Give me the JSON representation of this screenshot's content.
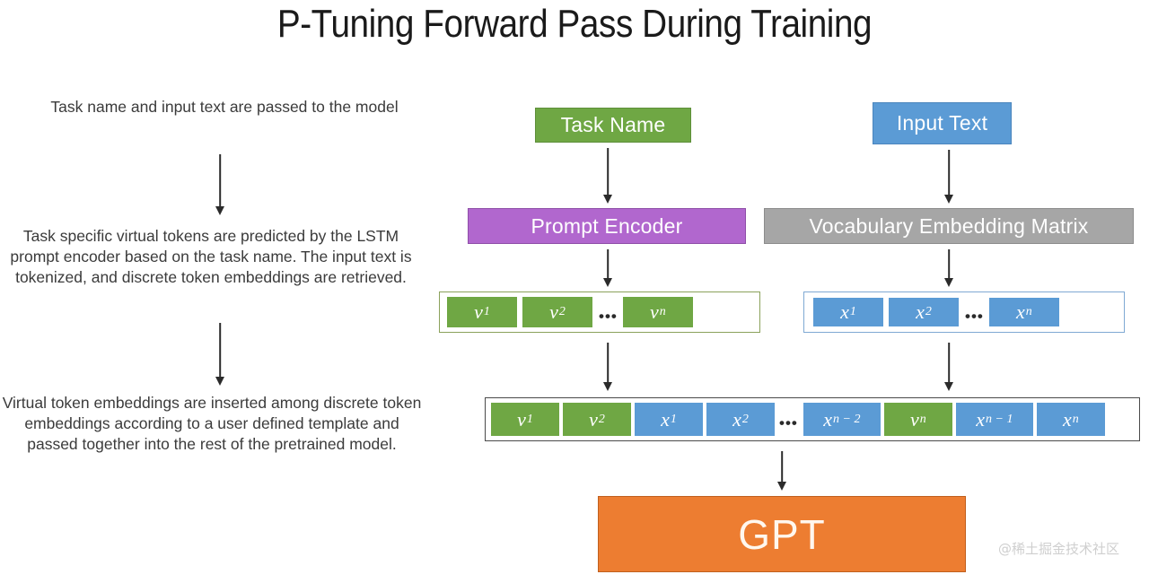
{
  "title": "P-Tuning Forward Pass During Training",
  "notes": [
    {
      "id": "note1",
      "text": "Task name and input text are passed to the model"
    },
    {
      "id": "note2",
      "text": "Task specific virtual tokens are predicted by the LSTM prompt encoder based on the task name. The input text is tokenized, and discrete token embeddings are retrieved."
    },
    {
      "id": "note3",
      "text": "Virtual token embeddings are inserted among discrete token embeddings according to a user defined template and passed together into the rest of the pretrained model."
    }
  ],
  "boxes": {
    "task_name": "Task Name",
    "input_text": "Input Text",
    "prompt_encoder": "Prompt Encoder",
    "vocab_matrix": "Vocabulary Embedding Matrix",
    "gpt": "GPT"
  },
  "colors": {
    "green": "#6FA744",
    "blue": "#5B9BD5",
    "purple": "#B167CE",
    "gray": "#A6A6A6",
    "orange": "#ED7D31",
    "arrow": "#2b2b2b",
    "text": "#3b3b3b"
  },
  "token_rows": {
    "virtual": {
      "container_border": "#8BA25B",
      "tokens": [
        {
          "base": "v",
          "sub": "1",
          "color": "green"
        },
        {
          "base": "v",
          "sub": "2",
          "color": "green"
        },
        {
          "base": "…",
          "sub": "",
          "color": "ellipsis"
        },
        {
          "base": "v",
          "sub": "n",
          "color": "green"
        }
      ]
    },
    "discrete": {
      "container_border": "#7FA9D3",
      "tokens": [
        {
          "base": "x",
          "sub": "1",
          "color": "blue"
        },
        {
          "base": "x",
          "sub": "2",
          "color": "blue"
        },
        {
          "base": "…",
          "sub": "",
          "color": "ellipsis"
        },
        {
          "base": "x",
          "sub": "n",
          "color": "blue"
        }
      ]
    },
    "combined": {
      "container_border": "#4a4a4a",
      "tokens": [
        {
          "base": "v",
          "sub": "1",
          "color": "green"
        },
        {
          "base": "v",
          "sub": "2",
          "color": "green"
        },
        {
          "base": "x",
          "sub": "1",
          "color": "blue"
        },
        {
          "base": "x",
          "sub": "2",
          "color": "blue"
        },
        {
          "base": "…",
          "sub": "",
          "color": "ellipsis"
        },
        {
          "base": "x",
          "sub": "n − 2",
          "color": "blue"
        },
        {
          "base": "v",
          "sub": "n",
          "color": "green"
        },
        {
          "base": "x",
          "sub": "n − 1",
          "color": "blue"
        },
        {
          "base": "x",
          "sub": "n",
          "color": "blue"
        }
      ]
    }
  },
  "ellipsis_glyph": "•••",
  "watermark": "@稀土掘金技术社区"
}
